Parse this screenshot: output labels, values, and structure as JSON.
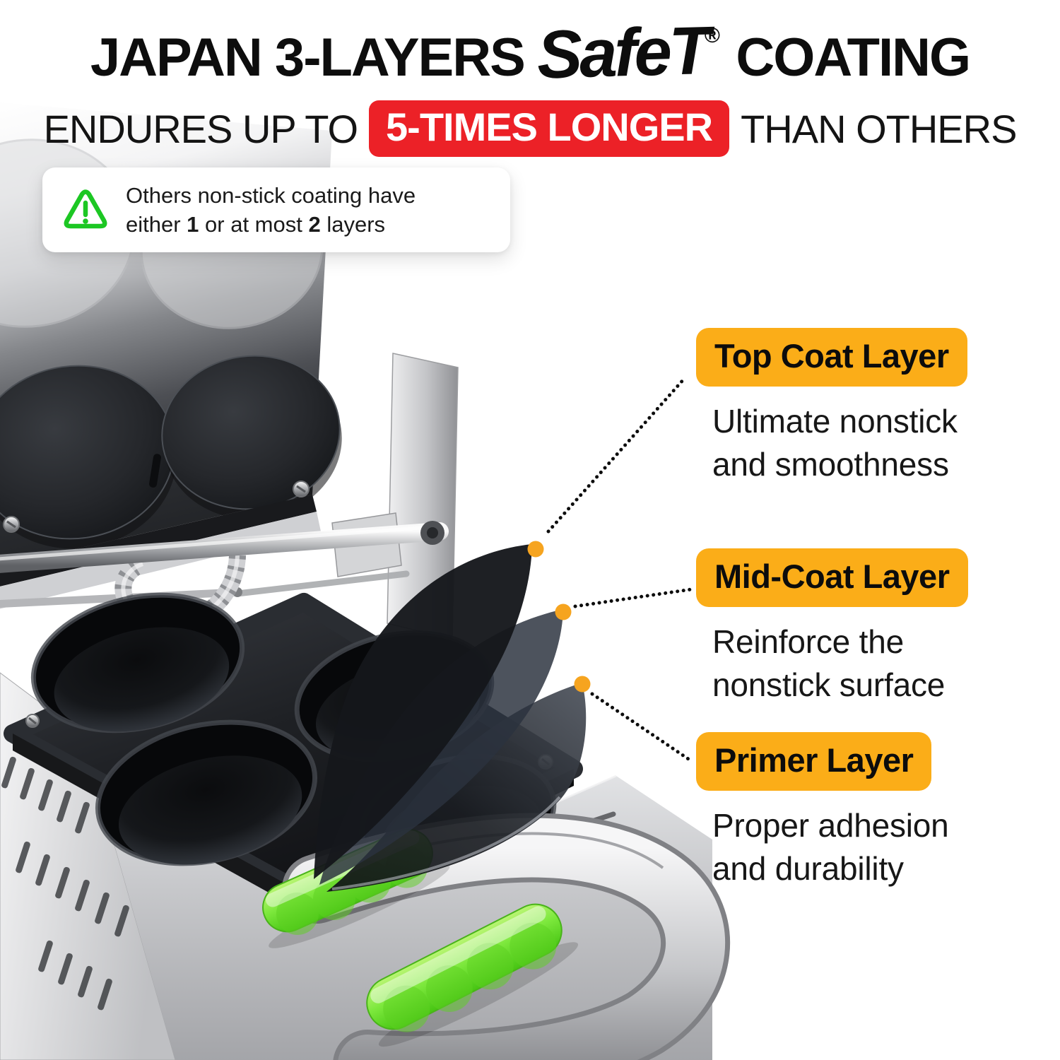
{
  "header": {
    "title_prefix": "JAPAN 3-LAYERS",
    "brand": "SafeT",
    "registered_mark": "®",
    "title_suffix": "COATING",
    "subtitle_pre": "ENDURES UP TO",
    "subtitle_highlight": "5-TIMES LONGER",
    "subtitle_post": "THAN OTHERS"
  },
  "warning_note": {
    "icon": "warning-triangle-icon",
    "line1": "Others non-stick coating have",
    "line2": {
      "a": "either ",
      "b": "1",
      "c": " or at most ",
      "d": "2",
      "e": " layers"
    }
  },
  "callouts": [
    {
      "label": "Top Coat Layer",
      "desc1": "Ultimate nonstick",
      "desc2": "and smoothness"
    },
    {
      "label": "Mid-Coat Layer",
      "desc1": "Reinforce the",
      "desc2": "nonstick surface"
    },
    {
      "label": "Primer Layer",
      "desc1": "Proper adhesion",
      "desc2": "and durability"
    }
  ],
  "colors": {
    "badge_orange": "#FBAD18",
    "highlight_red": "#EC2127",
    "warning_green": "#1CC723",
    "callout_dot_orange": "#F6A41F",
    "grip_green": "#7CE83C",
    "coating_layer_dark": "#15171B"
  }
}
